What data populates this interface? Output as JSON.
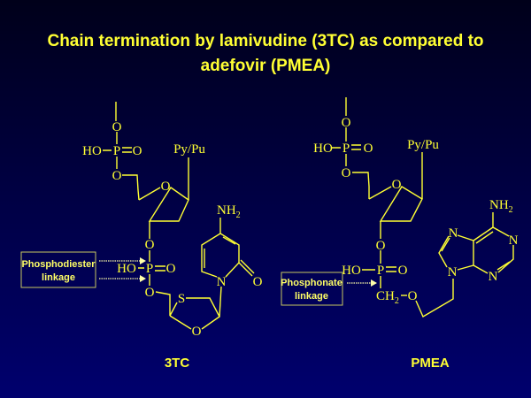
{
  "slide": {
    "title_line1": "Chain termination by lamivudine (3TC) as compared to",
    "title_line2": "adefovir (PMEA)"
  },
  "left": {
    "name": "3TC",
    "box_line1": "Phosphodiester",
    "box_line2": "linkage",
    "atoms": {
      "o_top": "O",
      "ho1": "HO",
      "p1": "P",
      "o_dbl1": "O",
      "o5": "O",
      "o_ring": "O",
      "base": "Py/Pu",
      "o3": "O",
      "ho2": "HO",
      "p2": "P",
      "o_dbl2": "O",
      "o_link": "O",
      "s": "S",
      "o_ring2": "O",
      "n1": "N",
      "o_carbonyl": "O",
      "nh": "NH",
      "nh_sub": "2"
    }
  },
  "right": {
    "name": "PMEA",
    "box_line1": "Phosphonate",
    "box_line2": "linkage",
    "atoms": {
      "o_top": "O",
      "ho1": "HO",
      "p1": "P",
      "o_dbl1": "O",
      "o5": "O",
      "o_ring": "O",
      "base": "Py/Pu",
      "o3": "O",
      "ho2": "HO",
      "p2": "P",
      "o_dbl2": "O",
      "ch": "CH",
      "ch_sub": "2",
      "o_ether": "O",
      "n7": "N",
      "n9": "N",
      "n1": "N",
      "n3": "N",
      "nh": "NH",
      "nh_sub": "2"
    }
  },
  "colors": {
    "text": "#ffff33",
    "background_top": "#00001a",
    "background_bottom": "#00006e"
  }
}
